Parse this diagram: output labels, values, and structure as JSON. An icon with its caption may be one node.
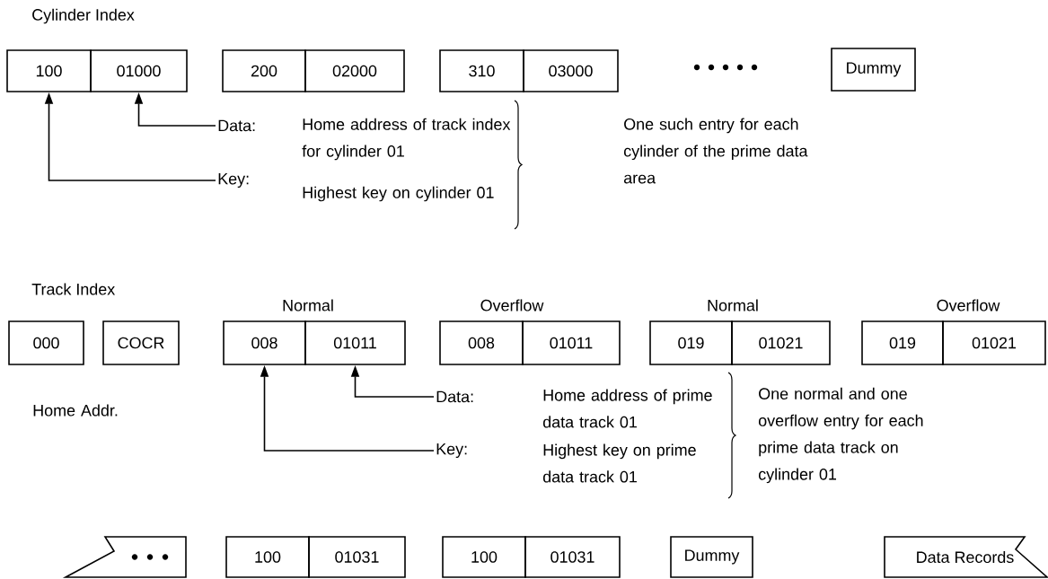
{
  "diagram": {
    "nodes": [
      {
        "text": [
          "100"
        ]
      },
      {
        "text": [
          "01000"
        ]
      },
      {
        "text": [
          "200"
        ]
      },
      {
        "text": [
          "02000"
        ]
      },
      {
        "text": [
          "310"
        ]
      },
      {
        "text": [
          "03000"
        ]
      },
      {
        "text": [
          "Dummy"
        ]
      },
      {
        "text": [
          "Data:"
        ]
      },
      {
        "text": [
          "Key:"
        ]
      },
      {
        "text": [
          "000"
        ]
      },
      {
        "text": [
          "COCR"
        ]
      },
      {
        "text": [
          "008"
        ]
      },
      {
        "text": [
          "01011"
        ]
      },
      {
        "text": [
          "008"
        ]
      },
      {
        "text": [
          "01011"
        ]
      },
      {
        "text": [
          "019"
        ]
      },
      {
        "text": [
          "01021"
        ]
      },
      {
        "text": [
          "019"
        ]
      },
      {
        "text": [
          "01021"
        ]
      },
      {
        "text": [
          "Data:"
        ]
      },
      {
        "text": [
          "Key:"
        ]
      },
      {
        "text": [],
        "shape": "flag"
      },
      {
        "text": [
          "100"
        ]
      },
      {
        "text": [
          "01031"
        ]
      },
      {
        "text": [
          "100"
        ]
      },
      {
        "text": [
          "01031"
        ]
      },
      {
        "text": [
          "Dummy"
        ]
      },
      {
        "text": [
          "Data Records"
        ]
      }
    ],
    "edges": [
      {
        "from": 7,
        "to": 1,
        "arrow": "to"
      },
      {
        "from": 8,
        "to": 0,
        "arrow": "to"
      },
      {
        "from": 19,
        "to": 12,
        "arrow": "to"
      },
      {
        "from": 20,
        "to": 11,
        "arrow": "to"
      }
    ],
    "labels": [
      "Cylinder Index",
      "Home address of track index for cylinder 01",
      "Highest key on cylinder 01",
      "One such entry for each cylinder of the prime data area",
      "Track Index",
      "Normal",
      "Overflow",
      "Normal",
      "Overflow",
      "Home Addr.",
      "Home address of prime data track 01",
      "Highest key on prime data track 01",
      "One normal and one overflow entry for each prime data track on cylinder 01"
    ]
  }
}
